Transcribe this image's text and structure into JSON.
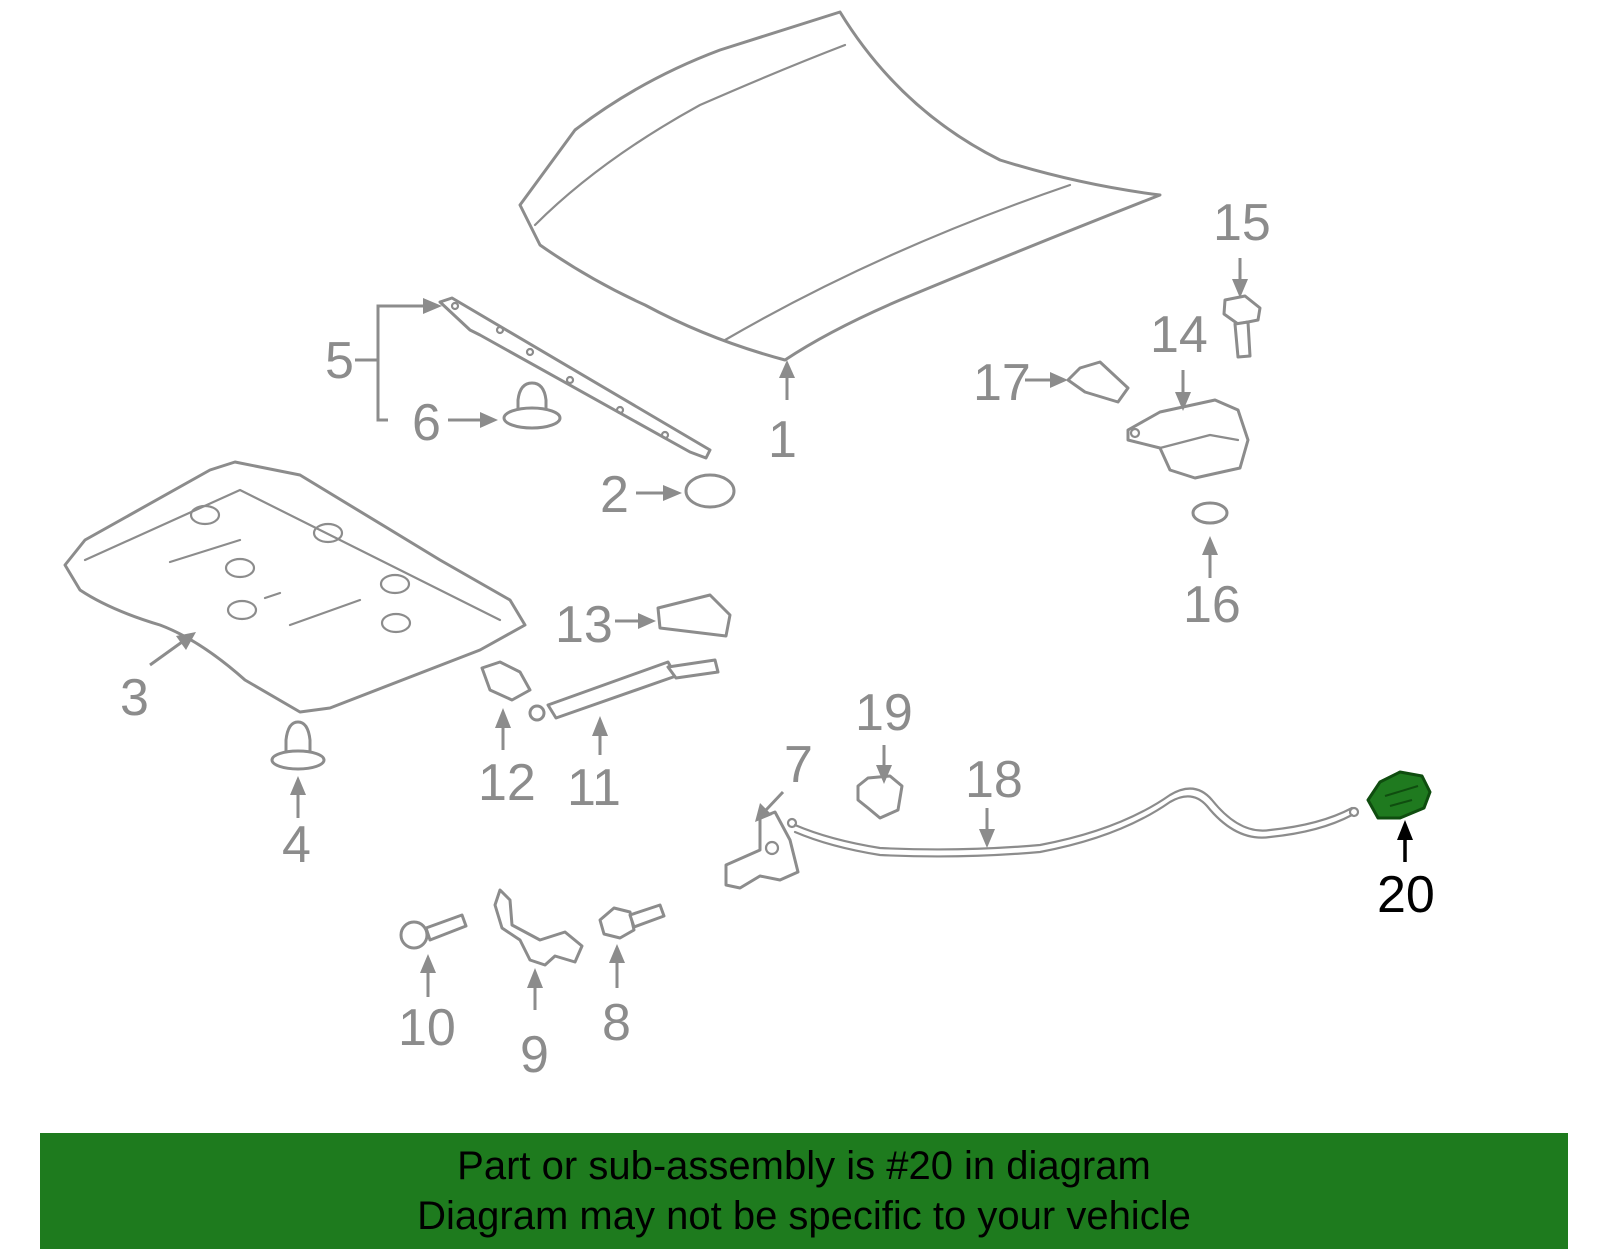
{
  "callouts": {
    "c1": "1",
    "c2": "2",
    "c3": "3",
    "c4": "4",
    "c5": "5",
    "c6": "6",
    "c7": "7",
    "c8": "8",
    "c9": "9",
    "c10": "10",
    "c11": "11",
    "c12": "12",
    "c13": "13",
    "c14": "14",
    "c15": "15",
    "c16": "16",
    "c17": "17",
    "c18": "18",
    "c19": "19",
    "c20": "20"
  },
  "highlighted_part": "20",
  "colors": {
    "banner_background": "#1e7b1e",
    "highlight": "#1f7a1f",
    "line_art": "#8c8c8c"
  },
  "banner": {
    "line1": "Part or sub-assembly is #20 in diagram",
    "line2": "Diagram may not be specific to your vehicle"
  }
}
